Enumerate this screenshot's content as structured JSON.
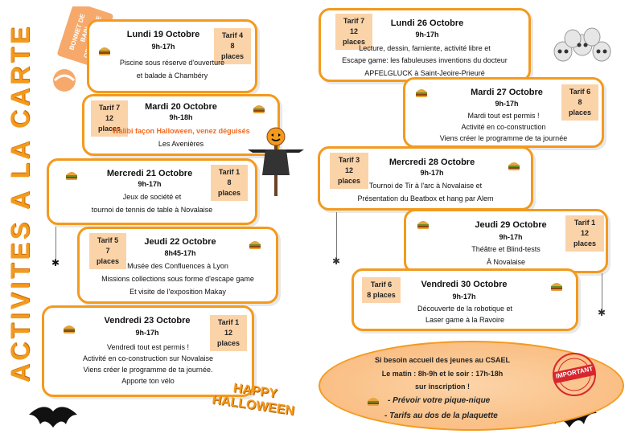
{
  "vertical_title": "ACTIVITES A LA CARTE",
  "badge_text": "BONNET DE BAIN OBLIGATOIRE",
  "halloween_text": "HAPPY HALLOWEEN",
  "important_text": "IMPORTANT",
  "colors": {
    "accent": "#f39a1e",
    "tarif_bg": "#fbd3a8",
    "walibi": "#f36a1e"
  },
  "cards": [
    {
      "id": "lundi19",
      "tarif": "Tarif 4",
      "places": "8 places",
      "title": "Lundi 19 Octobre",
      "hours": "9h-17h",
      "lines": [
        "Piscine sous réserve d'ouverture",
        "et balade à Chambéry"
      ]
    },
    {
      "id": "mardi20",
      "tarif": "Tarif 7",
      "places": "12 places",
      "title": "Mardi 20 Octobre",
      "hours": "9h-18h",
      "lines": [
        "Walibi façon Halloween, venez déguisés",
        "Les Avenières"
      ]
    },
    {
      "id": "mercredi21",
      "tarif": "Tarif 1",
      "places": "8 places",
      "title": "Mercredi 21 Octobre",
      "hours": "9h-17h",
      "lines": [
        "Jeux de société et",
        "tournoi de tennis de table à Novalaise"
      ]
    },
    {
      "id": "jeudi22",
      "tarif": "Tarif 5",
      "places": "7 places",
      "title": "Jeudi 22 Octobre",
      "hours": "8h45-17h",
      "lines": [
        "Musée des Confluences à Lyon",
        "Missions collections sous forme d'escape game",
        "Et visite de l'exposition Makay"
      ]
    },
    {
      "id": "vendredi23",
      "tarif": "Tarif 1",
      "places": "12 places",
      "title": "Vendredi 23 Octobre",
      "hours": "9h-17h",
      "lines": [
        "Vendredi tout est permis !",
        "Activité en co-construction sur Novalaise",
        "Viens créer le programme de  ta journée.",
        "Apporte ton vélo"
      ]
    },
    {
      "id": "lundi26",
      "tarif": "Tarif 7",
      "places": "12 places",
      "title": "Lundi 26 Octobre",
      "hours": "9h-17h",
      "lines": [
        "Lecture, dessin, farniente, activité libre et",
        "Escape game: les fabuleuses inventions du docteur",
        "APFELGLUCK à Saint-Jeoire-Prieuré"
      ]
    },
    {
      "id": "mardi27",
      "tarif": "Tarif 6",
      "places": "8 places",
      "title": "Mardi 27 Octobre",
      "hours": "9h-17h",
      "lines": [
        "Mardi tout est permis !",
        "Activité en co-construction",
        "Viens créer le programme de ta journée"
      ]
    },
    {
      "id": "mercredi28",
      "tarif": "Tarif 3",
      "places": "12 places",
      "title": "Mercredi 28 Octobre",
      "hours": "9h-17h",
      "lines": [
        "Tournoi de Tir à l'arc à Novalaise et",
        "Présentation du Beatbox et hang par Alem"
      ]
    },
    {
      "id": "jeudi29",
      "tarif": "Tarif 1",
      "places": "12 places",
      "title": "Jeudi 29 Octobre",
      "hours": "9h-17h",
      "lines": [
        "Théâtre et Blind-tests",
        "À Novalaise"
      ]
    },
    {
      "id": "vendredi30",
      "tarif": "Tarif 6",
      "places": "8 places",
      "title": "Vendredi 30 Octobre",
      "hours": "9h-17h",
      "lines": [
        "Découverte de la robotique et",
        "Laser game à la  Ravoire"
      ]
    }
  ],
  "footer": {
    "line1": "Si besoin accueil des jeunes au CSAEL",
    "line2": "Le matin : 8h-9h et le soir :  17h-18h",
    "line3": "sur inscription !",
    "note1": "-  Prévoir votre pique-nique",
    "note2": "- Tarifs au dos de la plaquette"
  }
}
